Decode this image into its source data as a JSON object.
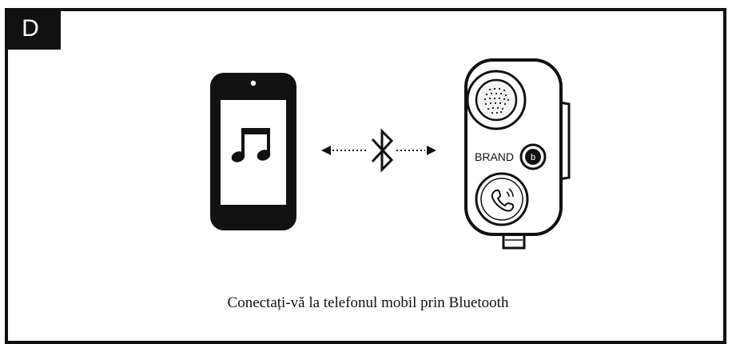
{
  "step": {
    "letter": "D"
  },
  "device": {
    "brand_label": "BRAND",
    "button_letter": "b"
  },
  "caption": {
    "text": "Conectați-vă la telefonul mobil prin Bluetooth"
  },
  "icons": {
    "phone": "smartphone-icon",
    "music": "music-note-icon",
    "link": "bluetooth-icon",
    "arrow_left": "arrow-left-icon",
    "arrow_right": "arrow-right-icon",
    "speaker": "speaker-grille-icon",
    "call": "call-button-icon"
  },
  "colors": {
    "ink": "#111111",
    "device_fill": "#ffffff",
    "grille_fill": "#f4f4f4"
  }
}
